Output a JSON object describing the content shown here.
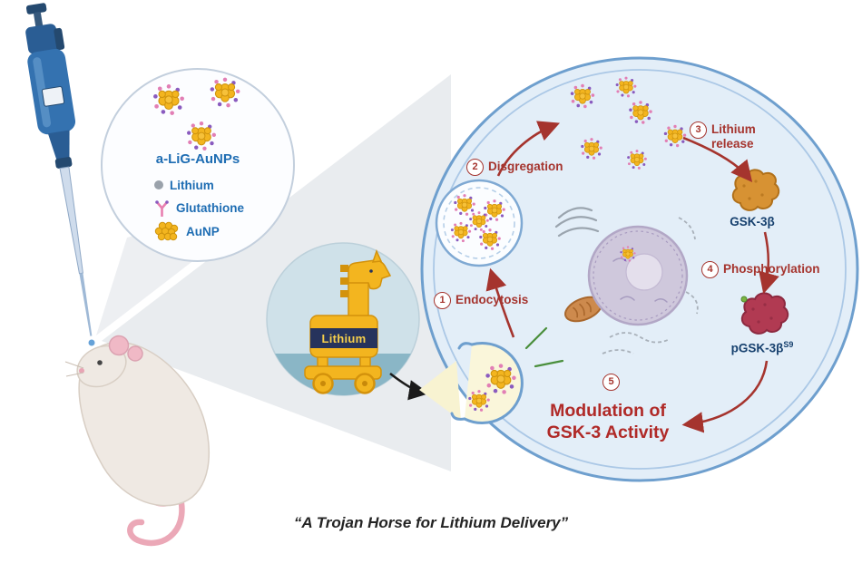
{
  "caption": "“A Trojan Horse for Lithium Delivery”",
  "inset": {
    "title": "a-LiG-AuNPs",
    "legend": [
      {
        "icon": "lithium-dot",
        "label": "Lithium"
      },
      {
        "icon": "glutathione-y",
        "label": "Glutathione"
      },
      {
        "icon": "aunp-cluster",
        "label": "AuNP"
      }
    ]
  },
  "trojan_label": "Lithium",
  "steps": [
    {
      "num": "1",
      "label": "Endocytosis"
    },
    {
      "num": "2",
      "label": "Disgregation"
    },
    {
      "num": "3",
      "label": "Lithium release"
    },
    {
      "num": "4",
      "label": "Phosphorylation"
    },
    {
      "num": "5",
      "label": "Modulation of GSK-3 Activity"
    }
  ],
  "proteins": {
    "gsk3b": "GSK-3β",
    "pgsk3b_base": "pGSK-3β",
    "pgsk3b_sup": "S9"
  },
  "colors": {
    "step_red": "#a5342e",
    "modulation_red": "#b02a28",
    "label_blue": "#1e6db3",
    "protein_navy": "#16406e",
    "gold": "#f3b51f",
    "cell_fill": "#e3eef8",
    "cell_border": "#6e9fce"
  }
}
